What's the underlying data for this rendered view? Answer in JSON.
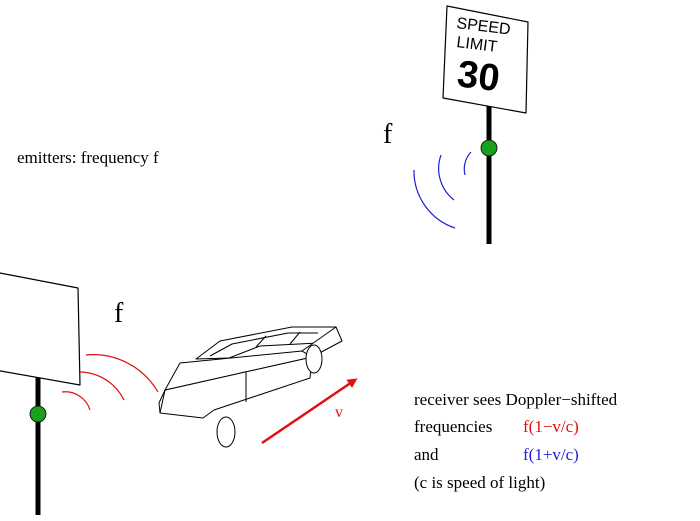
{
  "colors": {
    "red": "#e01010",
    "blue": "#2020d8",
    "green": "#1aa01a",
    "black": "#000000"
  },
  "emitters_label": "emitters: frequency f",
  "sign": {
    "line1": "SPEED",
    "line2": "LIMIT",
    "number": "30"
  },
  "top_emitter": {
    "label": "f"
  },
  "bottom_emitter": {
    "label": "f"
  },
  "car": {
    "velocity_label": "v"
  },
  "caption": {
    "line1": "receiver sees Doppler−shifted",
    "line2": "frequencies",
    "line2_formula": "f(1−v/c)",
    "line3": "and",
    "line3_formula": "f(1+v/c)",
    "line4": "(c is speed of light)"
  }
}
